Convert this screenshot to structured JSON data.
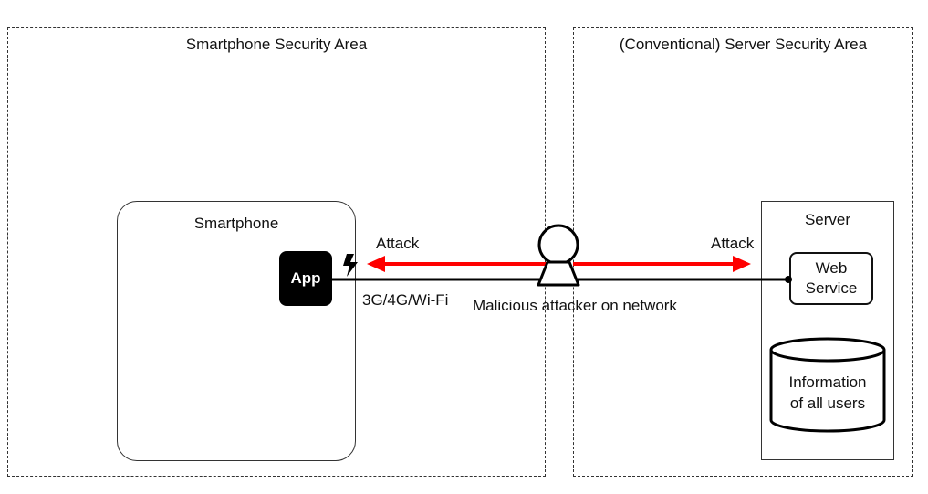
{
  "areas": {
    "left_title": "Smartphone Security Area",
    "right_title": "(Conventional) Server Security Area"
  },
  "smartphone": {
    "title": "Smartphone",
    "app_label": "App"
  },
  "server": {
    "title": "Server",
    "web_service_line1": "Web",
    "web_service_line2": "Service",
    "db_line1": "Information",
    "db_line2": "of all users"
  },
  "network": {
    "connection_label": "3G/4G/Wi-Fi",
    "attacker_label": "Malicious attacker on network",
    "attack_left": "Attack",
    "attack_right": "Attack"
  },
  "colors": {
    "attack_arrow": "#ff0000",
    "line": "#000000"
  }
}
